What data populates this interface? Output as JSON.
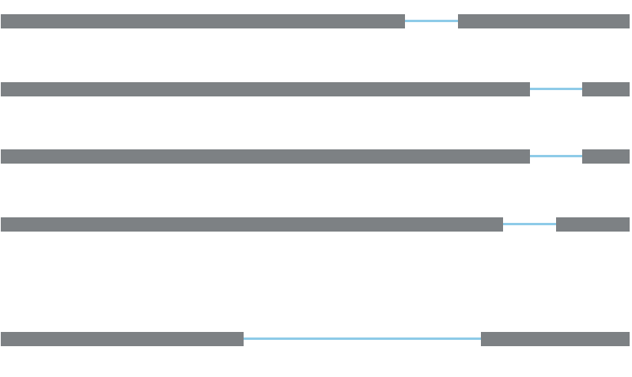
{
  "colors": {
    "segment": "#7d8184",
    "gap_line": "#8ecbe8",
    "background": "#ffffff"
  },
  "timeline": {
    "rows": [
      {
        "segments": [
          [
            0.0,
            0.643
          ],
          [
            0.727,
            1.0
          ]
        ]
      },
      {
        "segments": [
          [
            0.0,
            0.841
          ],
          [
            0.925,
            1.0
          ]
        ]
      },
      {
        "segments": [
          [
            0.0,
            0.841
          ],
          [
            0.925,
            1.0
          ]
        ]
      },
      {
        "segments": [
          [
            0.0,
            0.799
          ],
          [
            0.883,
            1.0
          ]
        ]
      },
      {
        "segments": [
          [
            0.0,
            0.386
          ],
          [
            0.764,
            1.0
          ]
        ]
      }
    ]
  }
}
